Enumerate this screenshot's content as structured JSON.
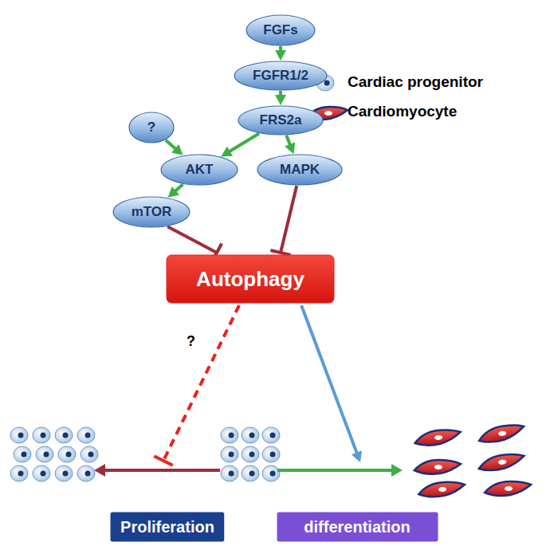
{
  "diagram": {
    "nodes": [
      {
        "text": [
          "FGFs"
        ]
      },
      {
        "text": [
          "FGFR1/2"
        ]
      },
      {
        "text": [
          "FRS2a"
        ]
      },
      {
        "text": [
          "?"
        ]
      },
      {
        "text": [
          "AKT"
        ]
      },
      {
        "text": [
          "MAPK"
        ]
      },
      {
        "text": [
          "mTOR"
        ]
      },
      {
        "text": [
          "Autophagy"
        ]
      },
      {
        "text": [
          "Proliferation"
        ]
      },
      {
        "text": [
          "differentiation"
        ]
      }
    ],
    "edges": [
      {
        "from": 0,
        "to": 1,
        "arrow": "to"
      },
      {
        "from": 1,
        "to": 2,
        "arrow": "to"
      },
      {
        "from": 2,
        "to": 4,
        "arrow": "to"
      },
      {
        "from": 2,
        "to": 5,
        "arrow": "to"
      },
      {
        "from": 3,
        "to": 4,
        "arrow": "to"
      },
      {
        "from": 4,
        "to": 6,
        "arrow": "to"
      },
      {
        "from": 6,
        "to": 7,
        "arrow": "to"
      },
      {
        "from": 5,
        "to": 7,
        "arrow": "to"
      },
      {
        "from": 7,
        "to": 8,
        "arrow": "to"
      },
      {
        "from": 7,
        "to": 9,
        "arrow": "to"
      }
    ],
    "labels": [
      "?"
    ],
    "legend": [
      {
        "text": "Cardiac progenitor"
      },
      {
        "text": "Cardiomyocyte"
      }
    ]
  }
}
